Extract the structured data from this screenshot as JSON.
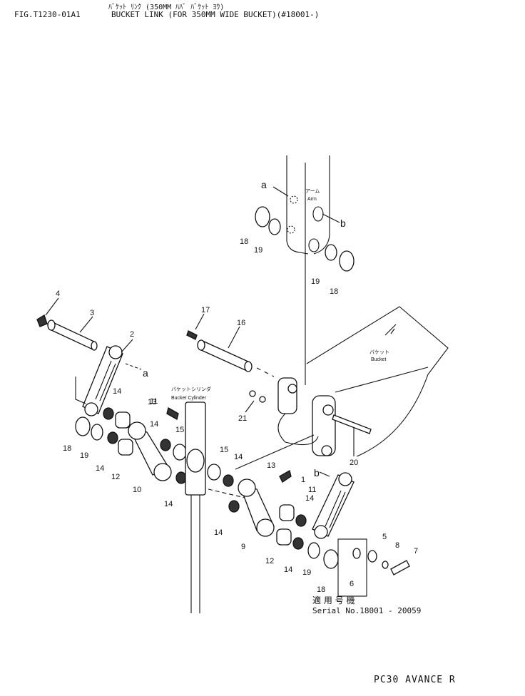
{
  "header": {
    "title_jp": "ﾊﾞｹｯﾄ ﾘﾝｸ (350MM ﾊﾊﾞ ﾊﾞｹｯﾄ ﾖｳ)",
    "figure_code": "FIG.T1230-01A1",
    "title_en": "BUCKET LINK (FOR 350MM WIDE BUCKET)(#18001-)"
  },
  "callouts": {
    "arm_jp": "アーム",
    "arm_en": "Arm",
    "bucket_jp": "バケット",
    "bucket_en": "Bucket",
    "cylinder_jp": "バケットシリンダ",
    "cylinder_en": "Bucket Cylinder",
    "ref_a": "a",
    "ref_b": "b"
  },
  "parts": {
    "p1": "1",
    "p2": "2",
    "p3": "3",
    "p4": "4",
    "p5": "5",
    "p6": "6",
    "p7": "7",
    "p8": "8",
    "p9": "9",
    "p10": "10",
    "p11": "11",
    "p12": "12",
    "p13": "13",
    "p14": "14",
    "p15": "15",
    "p16": "16",
    "p17": "17",
    "p18": "18",
    "p19": "19",
    "p20": "20",
    "p21": "21"
  },
  "applicability": {
    "label_jp": "適 用 号 機",
    "serial": "Serial No.18001 - 20059"
  },
  "footer": {
    "model": "PC30 AVANCE R"
  }
}
